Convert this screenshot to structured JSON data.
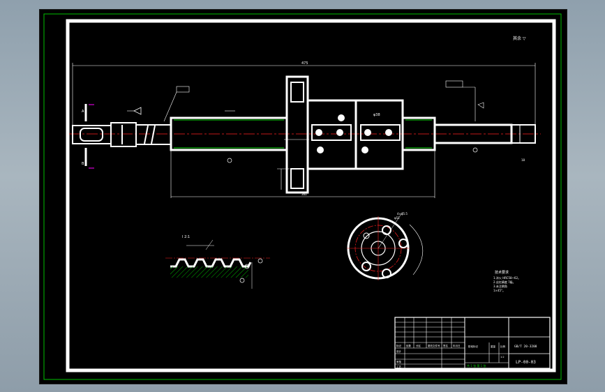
{
  "drawing": {
    "header_note": "其余 ▽",
    "overall_dimension": "475",
    "bottom_dimension": "360",
    "section_a_label": "A",
    "section_b_label": "B",
    "nut_dim_label": "φ38",
    "pcd_label": "φ51",
    "bolt_label": "4×φ5.5",
    "detail_label": "I  2:1",
    "shaft_end_dim": "18",
    "tech_title": "技术要求",
    "tech_lines": [
      "1.淬火 HRC58~62。",
      "2.丝杠精度 7级。",
      "3.未注倒角",
      "  1×45°。"
    ]
  },
  "title_block": {
    "standard": "GB/T 20-3208",
    "part_number": "LP-00-03",
    "header_cells": [
      "标记",
      "处数",
      "分区",
      "更改文件号",
      "签名",
      "年月日"
    ],
    "row_labels": [
      "设计",
      "审核",
      "工艺"
    ],
    "stage_label": "阶段标记",
    "weight_label": "重量",
    "scale_label": "比例",
    "scale_value": "1:2",
    "sheet_label": "共 1 张   第 1 张"
  },
  "colors": {
    "border": "#ffffff",
    "outer_frame": "#00c000",
    "centerline": "#ff2020",
    "dimension": "#ffffff",
    "hatch": "#00b000",
    "accent": "#ff00ff"
  }
}
